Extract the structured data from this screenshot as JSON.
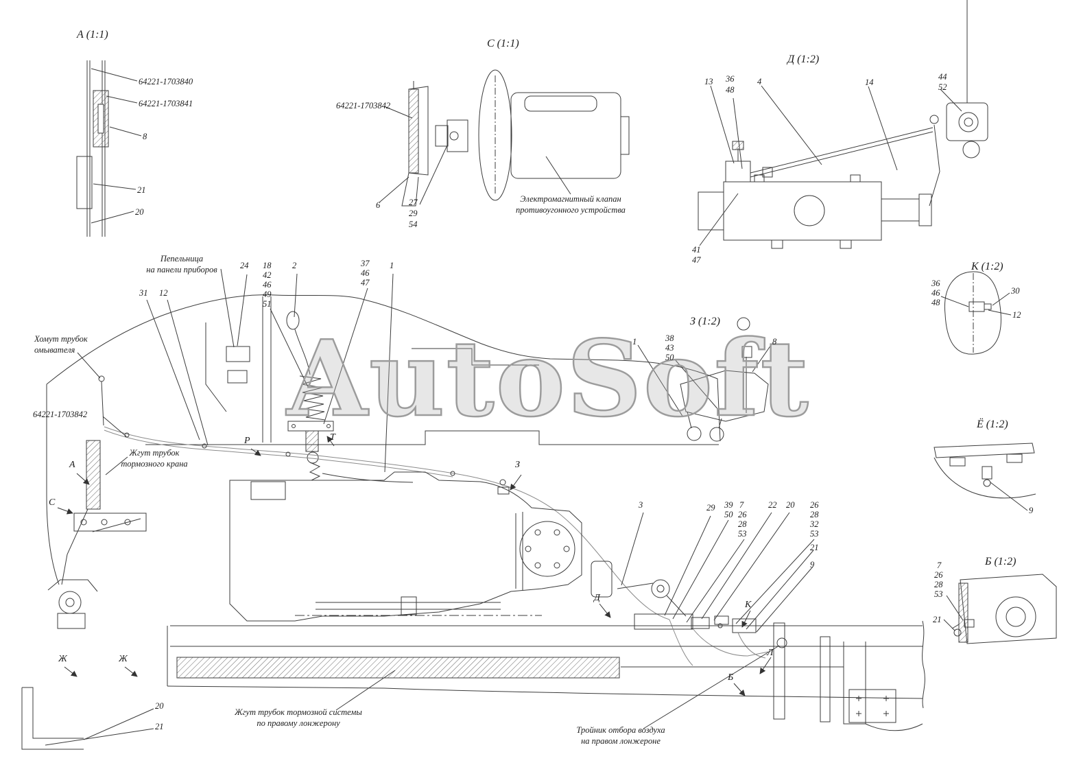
{
  "watermark": "AutoSoft",
  "view_a": {
    "title": "А (1:1)",
    "pn_840": "64221-1703840",
    "pn_841": "64221-1703841",
    "c8": "8",
    "c21": "21",
    "c20": "20"
  },
  "view_c": {
    "title": "С (1:1)",
    "pn_842": "64221-1703842",
    "c6": "6",
    "c27": "27",
    "c29": "29",
    "c54": "54",
    "caption1": "Электромагнитный клапан",
    "caption2": "противоугонного устройства"
  },
  "view_d": {
    "title": "Д (1:2)",
    "c13": "13",
    "c36": "36",
    "c48": "48",
    "c4": "4",
    "c14": "14",
    "c44": "44",
    "c52": "52",
    "c41": "41",
    "c47": "47"
  },
  "view_k": {
    "title": "К (1:2)",
    "c36": "36",
    "c46": "46",
    "c48": "48",
    "c30": "30",
    "c12": "12"
  },
  "view_z": {
    "title": "З (1:2)",
    "c1": "1",
    "c38": "38",
    "c43": "43",
    "c50": "50",
    "c8": "8"
  },
  "view_yo": {
    "title": "Ё (1:2)",
    "c9": "9"
  },
  "view_b": {
    "title": "Б (1:2)",
    "c7": "7",
    "c26": "26",
    "c28": "28",
    "c53": "53",
    "c21": "21"
  },
  "main": {
    "ashtray1": "Пепельница",
    "ashtray2": "на панели приборов",
    "washer1": "Хомут трубок",
    "washer2": "омывателя",
    "pn_842": "64221-1703842",
    "harness1": "Жгут трубок",
    "harness2": "тормозного крана",
    "frame_harness1": "Жгут трубок тормозной системы",
    "frame_harness2": "по правому лонжерону",
    "tee1": "Тройник отбора воздуха",
    "tee2": "на правом лонжероне",
    "c24": "24",
    "c18": "18",
    "c42": "42",
    "c46a": "46",
    "c49": "49",
    "c51": "51",
    "c2": "2",
    "c37": "37",
    "c46b": "46",
    "c47": "47",
    "c1": "1",
    "c31": "31",
    "c12": "12",
    "c3": "3",
    "c29": "29",
    "c39": "39",
    "c50": "50",
    "c7": "7",
    "c26a": "26",
    "c28a": "28",
    "c53a": "53",
    "c22": "22",
    "c20a": "20",
    "c26b": "26",
    "c28b": "28",
    "c32": "32",
    "c53b": "53",
    "c21a": "21",
    "c9": "9",
    "c20b": "20",
    "c21b": "21",
    "m_a": "А",
    "m_c": "С",
    "m_r": "Р",
    "m_t": "Т",
    "m_z": "З",
    "m_zh1": "Ж",
    "m_zh2": "Ж",
    "m_d": "Д",
    "m_k": "К",
    "m_l": "Л",
    "m_b": "Б"
  }
}
